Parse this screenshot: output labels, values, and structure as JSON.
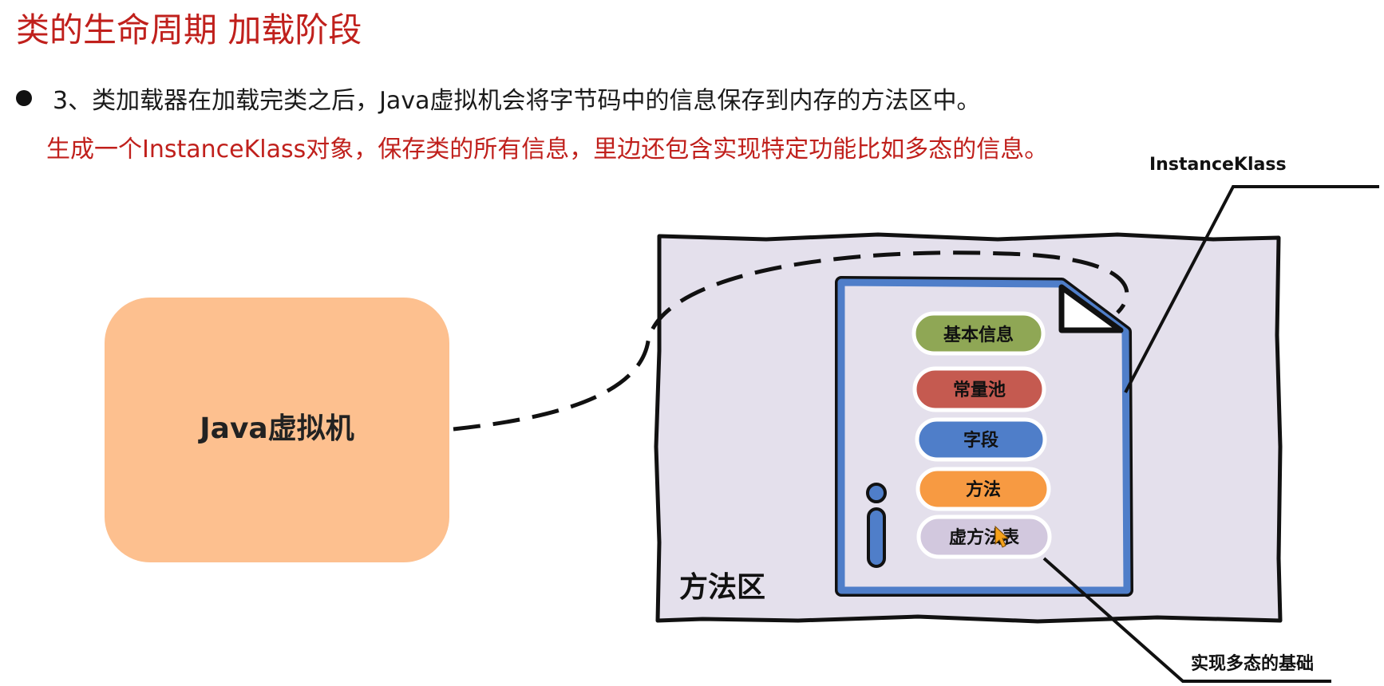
{
  "title": "类的生命周期 加载阶段",
  "bullet": {
    "text": "3、类加载器在加载完类之后，Java虚拟机会将字节码中的信息保存到内存的方法区中。",
    "highlight": "生成一个InstanceKlass对象，保存类的所有信息，里边还包含实现特定功能比如多态的信息。"
  },
  "diagram": {
    "jvm_label": "Java虚拟机",
    "method_area_label": "方法区",
    "instanceklass_label": "InstanceKlass",
    "polymorphism_label": "实现多态的基础",
    "entries": [
      {
        "label": "基本信息",
        "color": "#8fa755"
      },
      {
        "label": "常量池",
        "color": "#c55a50"
      },
      {
        "label": "字段",
        "color": "#4f7ec9"
      },
      {
        "label": "方法",
        "color": "#f79a42"
      },
      {
        "label": "虚方法表",
        "color": "#d2c8de"
      }
    ],
    "colors": {
      "jvm_fill": "#fdc08f",
      "method_area_fill": "#e4e0ec",
      "document_border": "#4f7ec9",
      "title_red": "#c0201c"
    }
  }
}
